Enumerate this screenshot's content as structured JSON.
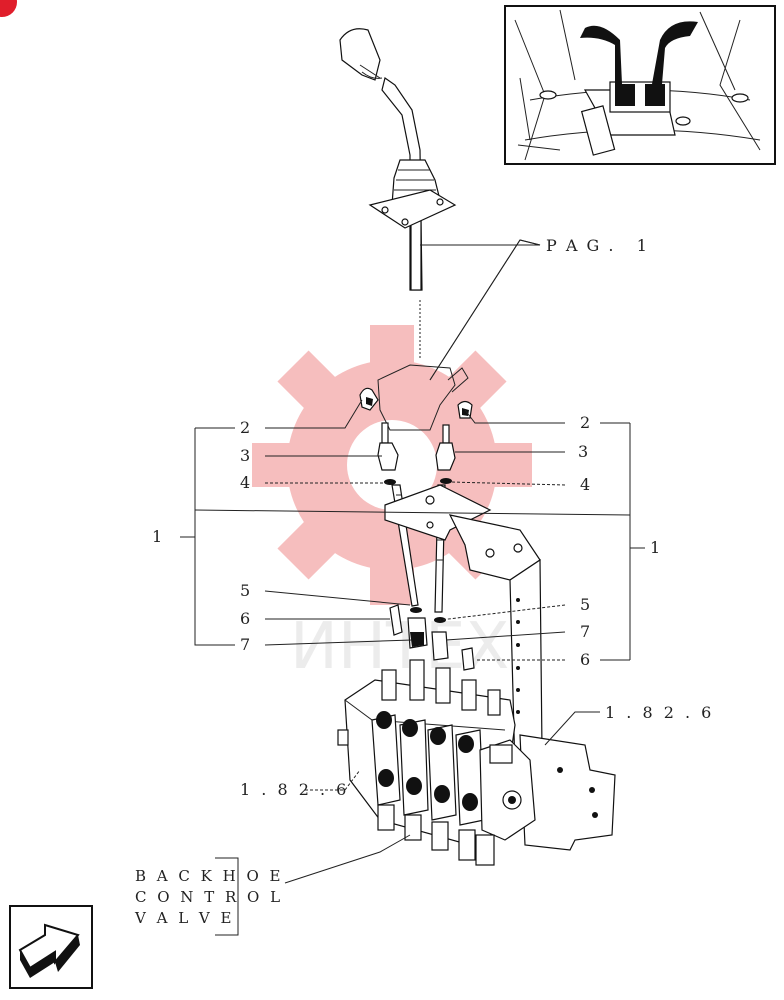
{
  "labels": {
    "page_ref": "P A G .   1",
    "ref_right": "1 . 8 2 . 6",
    "ref_left": "1 . 8 2 . 6",
    "backhoe_1": "B A C K H O E",
    "backhoe_2": "C O N T R O L",
    "backhoe_3": "V A L V E",
    "watermark": "ИНТЕХ"
  },
  "callouts_left": [
    "2",
    "3",
    "4",
    "1",
    "5",
    "6",
    "7"
  ],
  "callouts_right": [
    "2",
    "3",
    "4",
    "1",
    "5",
    "7",
    "6"
  ],
  "colors": {
    "ink": "#111111",
    "watermark": "#f3a9a9",
    "corner_badge": "#e01e2b"
  },
  "icons": [
    "corner-badge-icon",
    "next-page-arrow-icon"
  ]
}
